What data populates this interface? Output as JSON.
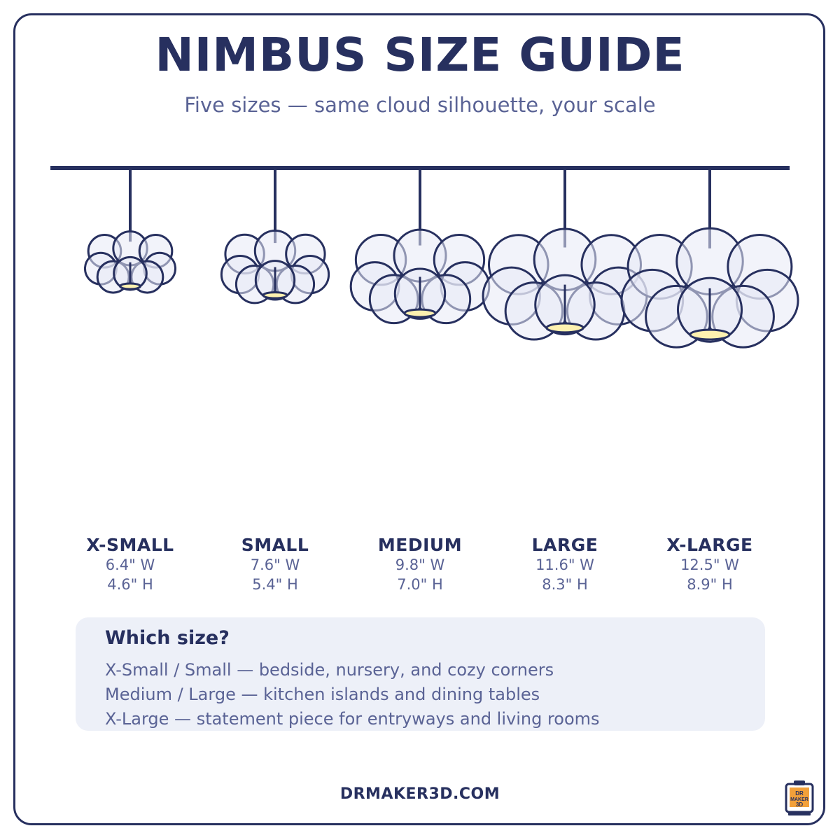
{
  "header": {
    "title": "NIMBUS SIZE GUIDE",
    "subtitle": "Five sizes — same cloud silhouette, your scale"
  },
  "sizes": [
    {
      "name": "X-SMALL",
      "width": "6.4\" W",
      "height": "4.6\" H",
      "width_in": 6.4,
      "height_in": 4.6
    },
    {
      "name": "SMALL",
      "width": "7.6\" W",
      "height": "5.4\" H",
      "width_in": 7.6,
      "height_in": 5.4
    },
    {
      "name": "MEDIUM",
      "width": "9.8\" W",
      "height": "7.0\" H",
      "width_in": 9.8,
      "height_in": 7.0
    },
    {
      "name": "LARGE",
      "width": "11.6\" W",
      "height": "8.3\" H",
      "width_in": 11.6,
      "height_in": 8.3
    },
    {
      "name": "X-LARGE",
      "width": "12.5\" W",
      "height": "8.9\" H",
      "width_in": 12.5,
      "height_in": 8.9
    }
  ],
  "guide": {
    "title": "Which size?",
    "items": [
      "X-Small / Small — bedside, nursery, and cozy corners",
      "Medium / Large — kitchen islands and dining tables",
      "X-Large — statement piece for entryways and living rooms"
    ]
  },
  "footer": {
    "url": "DRMAKER3D.COM"
  },
  "logo": {
    "text": "DR MAKER 3D"
  },
  "colors": {
    "navy": "#27305f",
    "muted": "#5a6395",
    "cloud_fill": "#e7eaf5",
    "bulb": "#fdf1b0",
    "panel": "#edf0f8"
  }
}
